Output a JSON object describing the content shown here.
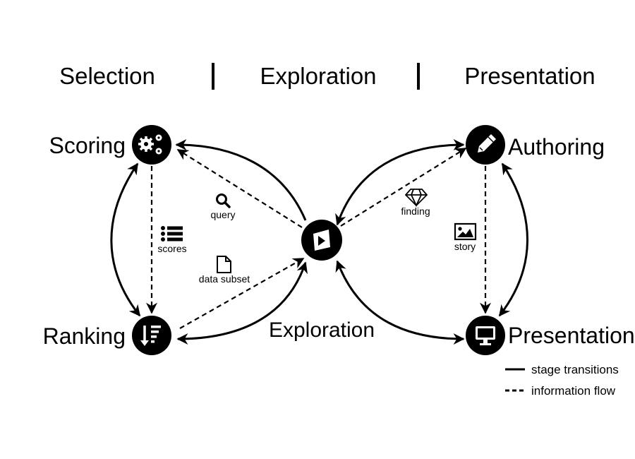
{
  "stages": {
    "selection": "Selection",
    "exploration": "Exploration",
    "presentation": "Presentation"
  },
  "nodes": {
    "scoring": {
      "label": "Scoring",
      "icon": "gears-icon"
    },
    "ranking": {
      "label": "Ranking",
      "icon": "sort-descending-icon"
    },
    "explore": {
      "label": "Exploration",
      "icon": "explore-play-icon"
    },
    "authoring": {
      "label": "Authoring",
      "icon": "pencil-icon"
    },
    "presentation": {
      "label": "Presentation",
      "icon": "monitor-icon"
    }
  },
  "flows": {
    "query": {
      "label": "query",
      "icon": "search-icon"
    },
    "scores": {
      "label": "scores",
      "icon": "list-icon"
    },
    "data_subset": {
      "label": "data subset",
      "icon": "file-icon"
    },
    "finding": {
      "label": "finding",
      "icon": "diamond-icon"
    },
    "story": {
      "label": "story",
      "icon": "image-icon"
    }
  },
  "legend": {
    "solid": "stage transitions",
    "dashed": "information flow"
  }
}
